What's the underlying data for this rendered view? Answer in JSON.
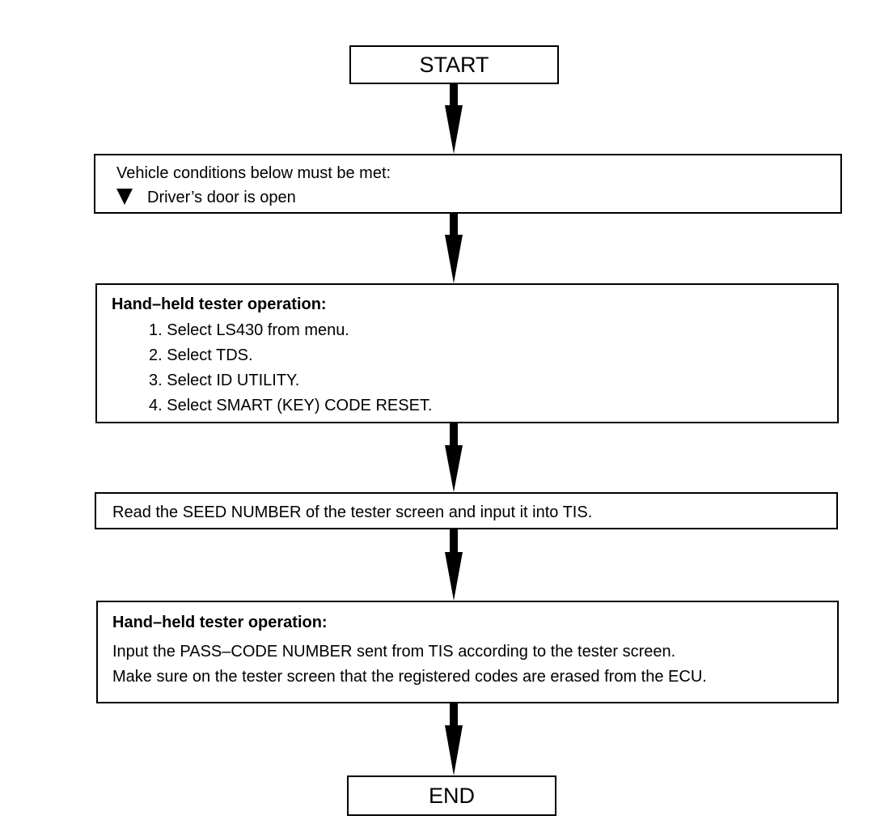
{
  "flow": {
    "start": "START",
    "end": "END",
    "conditions": {
      "title": "Vehicle conditions below must be met:",
      "item": "Driver’s door is open"
    },
    "tester_op_1": {
      "title": "Hand–held tester operation:",
      "steps": [
        "1. Select LS430 from menu.",
        "2. Select TDS.",
        "3. Select ID UTILITY.",
        "4. Select SMART (KEY) CODE RESET."
      ]
    },
    "seed_step": "Read the SEED NUMBER of the tester screen and input it into TIS.",
    "tester_op_2": {
      "title": "Hand–held tester operation:",
      "lines": [
        "Input the PASS–CODE NUMBER sent from TIS according to the tester screen.",
        "Make sure on the tester screen that the registered codes are erased from the ECU."
      ]
    }
  }
}
